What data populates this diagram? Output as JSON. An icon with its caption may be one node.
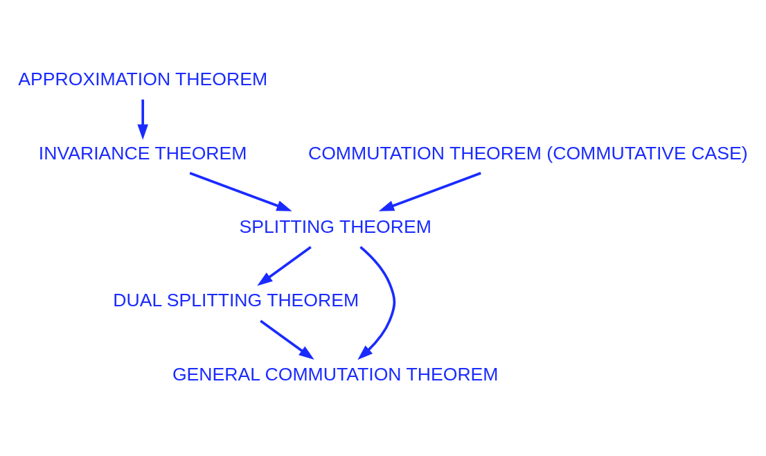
{
  "diagram": {
    "nodes": [
      {
        "text": [
          "APPROXIMATION THEOREM"
        ]
      },
      {
        "text": [
          "INVARIANCE THEOREM"
        ]
      },
      {
        "text": [
          "COMMUTATION THEOREM (COMMUTATIVE CASE)"
        ]
      },
      {
        "text": [
          "SPLITTING THEOREM"
        ]
      },
      {
        "text": [
          "DUAL SPLITTING THEOREM"
        ]
      },
      {
        "text": [
          "GENERAL COMMUTATION THEOREM"
        ]
      }
    ],
    "edges": [
      {
        "from": 0,
        "to": 1,
        "arrow": "to"
      },
      {
        "from": 1,
        "to": 3,
        "arrow": "to"
      },
      {
        "from": 2,
        "to": 3,
        "arrow": "to"
      },
      {
        "from": 3,
        "to": 4,
        "arrow": "to"
      },
      {
        "from": 4,
        "to": 5,
        "arrow": "to"
      },
      {
        "from": 3,
        "to": 5,
        "arrow": "to"
      }
    ]
  }
}
